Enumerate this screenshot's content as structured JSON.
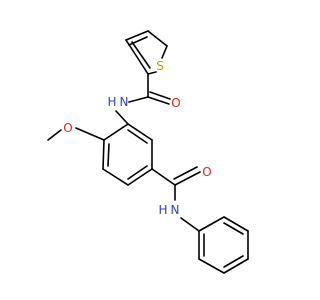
{
  "molecule": {
    "atom_labels": {
      "sulfur": "S",
      "amide_nh_top": "N",
      "amide_nh_top_h": "H",
      "carbonyl_o_top": "O",
      "methoxy_o": "O",
      "carbonyl_o_bottom": "O",
      "amide_nh_bottom": "N",
      "amide_nh_bottom_h": "H"
    },
    "colors": {
      "bond": "#000000",
      "sulfur": "#b5a300",
      "nitrogen": "#2f3fd0",
      "oxygen": "#e0201a"
    }
  }
}
